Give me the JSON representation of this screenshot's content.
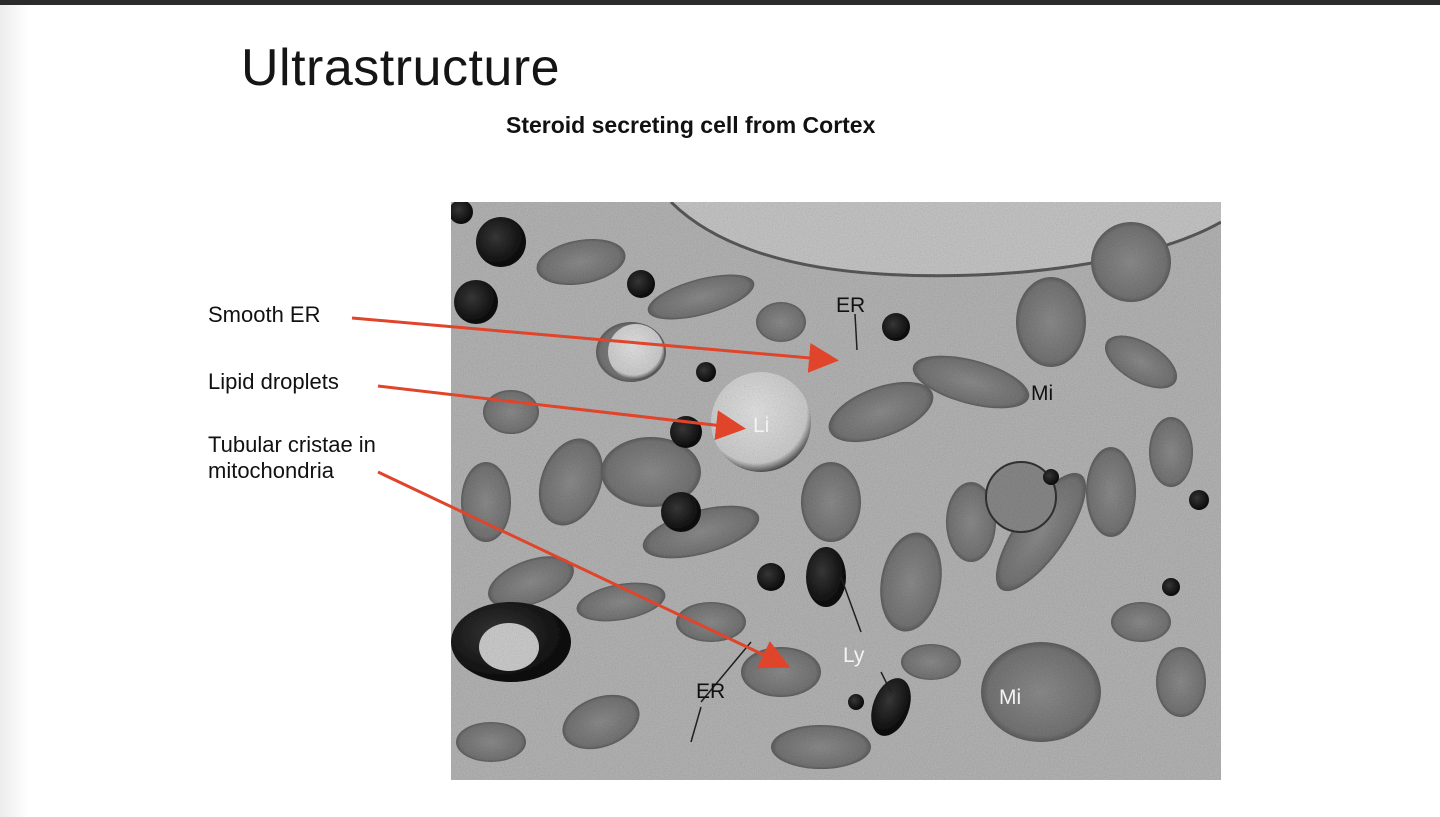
{
  "slide": {
    "title": "Ultrastructure",
    "subtitle": "Steroid secreting cell from Cortex"
  },
  "callouts": {
    "smooth_er": "Smooth ER",
    "lipid_droplets": "Lipid droplets",
    "tubular_cristae": "Tubular cristae in mitochondria"
  },
  "micrograph_labels": {
    "er_top": "ER",
    "mi_right": "Mi",
    "li": "Li",
    "ly": "Ly",
    "er_bottom": "ER",
    "mi_bottom": "Mi"
  },
  "colors": {
    "arrow": "#e0442a",
    "background": "#ffffff"
  }
}
